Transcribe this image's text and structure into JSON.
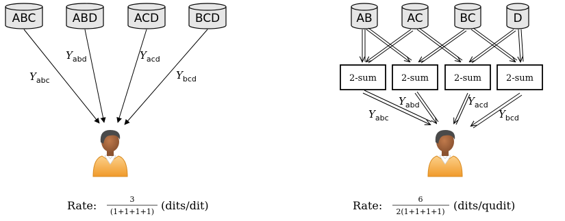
{
  "left": {
    "databases": [
      "ABC",
      "ABD",
      "ACD",
      "BCD"
    ],
    "edge_labels": [
      {
        "var": "Y",
        "sub": "abc"
      },
      {
        "var": "Y",
        "sub": "abd"
      },
      {
        "var": "Y",
        "sub": "acd"
      },
      {
        "var": "Y",
        "sub": "bcd"
      }
    ],
    "rate_prefix": "Rate:",
    "rate_numerator": "3",
    "rate_denominator": "(1+1+1+1)",
    "rate_unit": "(dits/dit)"
  },
  "right": {
    "databases": [
      "AB",
      "AC",
      "BC",
      "D"
    ],
    "sum_boxes": [
      "2-sum",
      "2-sum",
      "2-sum",
      "2-sum"
    ],
    "edge_labels": [
      {
        "var": "Y",
        "sub": "abc"
      },
      {
        "var": "Y",
        "sub": "abd"
      },
      {
        "var": "Y",
        "sub": "acd"
      },
      {
        "var": "Y",
        "sub": "bcd"
      }
    ],
    "rate_prefix": "Rate:",
    "rate_numerator": "6",
    "rate_denominator": "2(1+1+1+1)",
    "rate_unit": "(dits/qudit)"
  },
  "colors": {
    "db_fill": "#e6e6e6",
    "stroke": "#000000",
    "user_body": "#f4a93a",
    "user_skin": "#a0643c",
    "user_hair": "#4a4a4a"
  }
}
